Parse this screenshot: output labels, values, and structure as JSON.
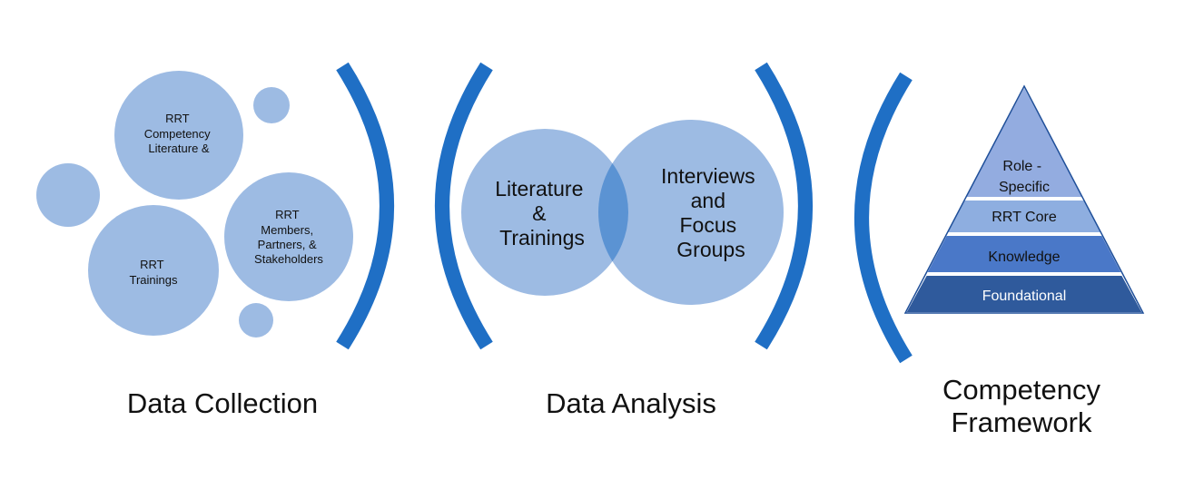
{
  "colors": {
    "circle_fill": "#9dbbe3",
    "overlap_fill": "#5b93d3",
    "bracket": "#1f6fc5",
    "pyramid_top": "#93ace0",
    "pyramid_mid": "#8eaee0",
    "pyramid_knowledge": "#4a78c8",
    "pyramid_foundational": "#2f5a9c",
    "text": "#111111"
  },
  "collection": {
    "title": "Data Collection",
    "circle_top": [
      "RRT",
      "Competency",
      "Literature &"
    ],
    "circle_bottom": [
      "RRT",
      "Trainings"
    ],
    "circle_right": [
      "RRT",
      "Members,",
      "Partners, &",
      "Stakeholders"
    ]
  },
  "analysis": {
    "title": "Data Analysis",
    "left_circle": [
      "Literature",
      "&",
      "Trainings"
    ],
    "right_circle": [
      "Interviews",
      "and",
      "Focus",
      "Groups"
    ]
  },
  "framework": {
    "title_lines": [
      "Competency",
      "Framework"
    ],
    "levels": [
      {
        "label_lines": [
          "Role -",
          "Specific"
        ],
        "color": "#93ace0",
        "text_color": "#111111"
      },
      {
        "label_lines": [
          "RRT Core"
        ],
        "color": "#8eaee0",
        "text_color": "#111111"
      },
      {
        "label_lines": [
          "Knowledge"
        ],
        "color": "#4a78c8",
        "text_color": "#111111"
      },
      {
        "label_lines": [
          "Foundational"
        ],
        "color": "#2f5a9c",
        "text_color": "#ffffff"
      }
    ]
  }
}
